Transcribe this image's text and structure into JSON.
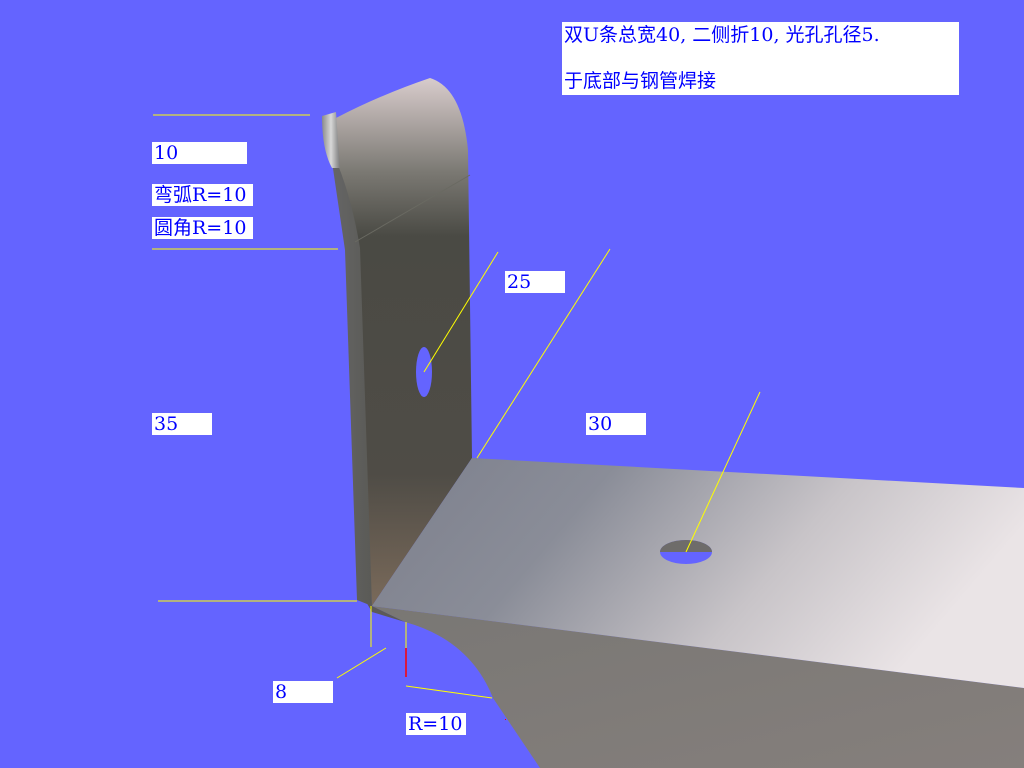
{
  "scene": {
    "background_color": "#6464ff",
    "dimension_line_color": "#ffff00",
    "highlight_line_color": "#ff0000",
    "label_text_color": "#0000ff",
    "label_background": "#ffffff"
  },
  "note": {
    "line1": "双U条总宽40, 二侧折10, 光孔孔径5.",
    "line2": "于底部与钢管焊接"
  },
  "dimensions": {
    "top_height": "10",
    "bend_radius": "弯弧R=10",
    "corner_radius": "圆角R=10",
    "vertical_height": "35",
    "hole_vertical": "25",
    "hole_horizontal": "30",
    "thickness": "8",
    "bottom_radius": "R=10"
  }
}
